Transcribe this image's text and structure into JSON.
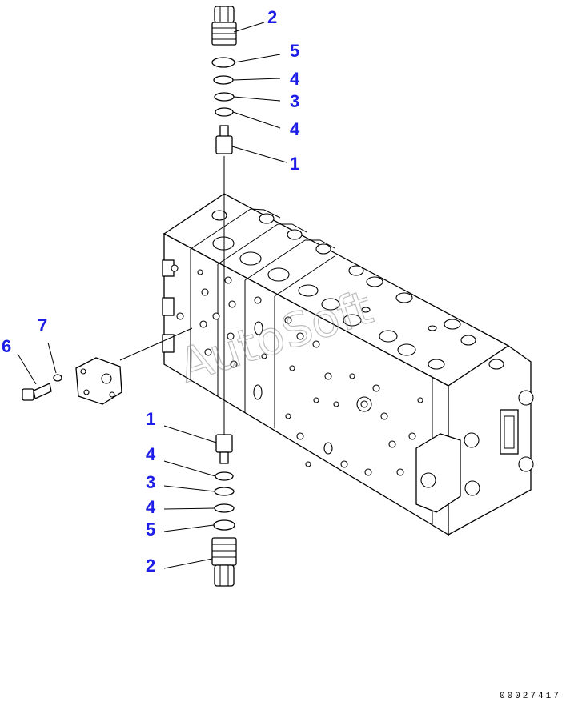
{
  "callouts": {
    "top_2": "2",
    "top_5": "5",
    "top_4a": "4",
    "top_3": "3",
    "top_4b": "4",
    "top_1": "1",
    "left_7": "7",
    "left_6": "6",
    "bot_1": "1",
    "bot_4a": "4",
    "bot_3": "3",
    "bot_4b": "4",
    "bot_5": "5",
    "bot_2": "2"
  },
  "watermark": "AutoSoft",
  "document_number": "00027417",
  "colors": {
    "callout": "#1e1ee6",
    "line": "#000000",
    "background": "#ffffff"
  }
}
